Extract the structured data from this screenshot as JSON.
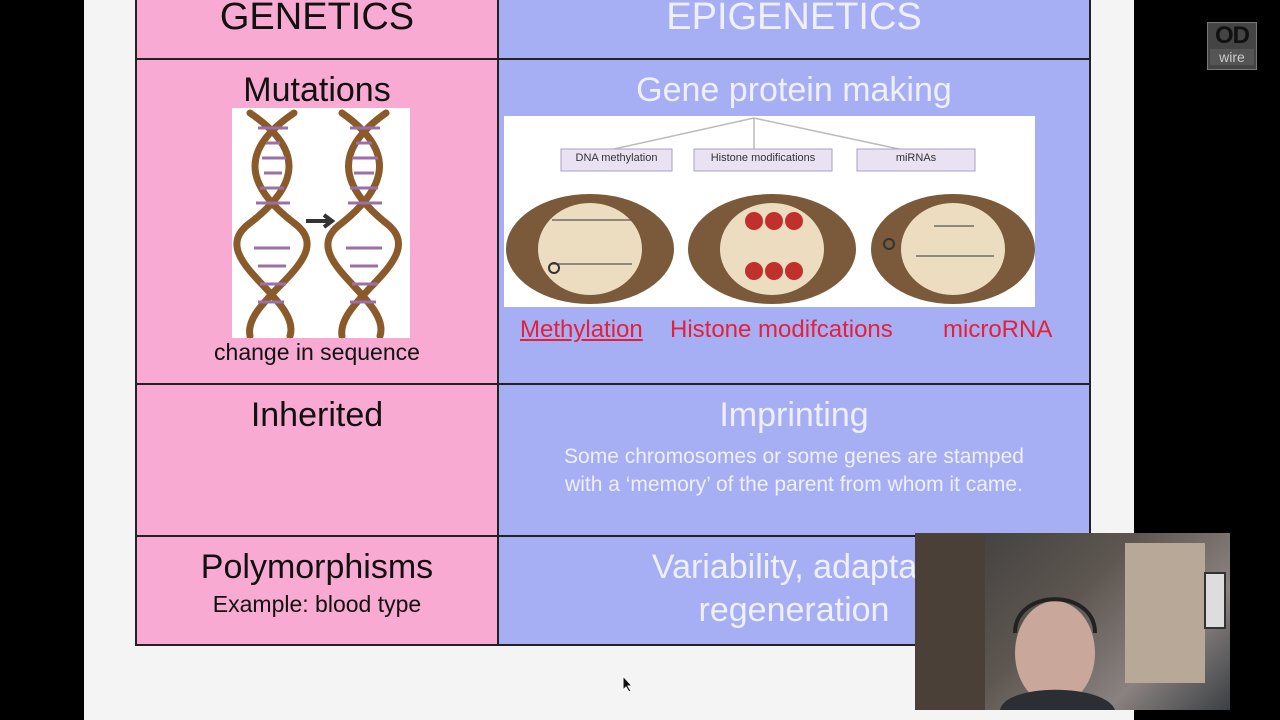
{
  "table": {
    "header": {
      "genetics": "GENETICS",
      "epigenetics": "EPIGENETICS"
    },
    "row1": {
      "left_title": "Mutations",
      "left_caption": "change in sequence",
      "right_title": "Gene protein making",
      "diagram_labels": [
        "DNA methylation",
        "Histone modifications",
        "miRNAs"
      ],
      "terms": {
        "methylation": "Methylation",
        "histone": "Histone modifcations",
        "microrna": "microRNA"
      }
    },
    "row2": {
      "left_title": "Inherited",
      "right_title": "Imprinting",
      "right_line1": "Some chromosomes or some genes are stamped",
      "right_line2": "with a ‘memory’ of the parent from whom it came."
    },
    "row3": {
      "left_title": "Polymorphisms",
      "left_sub": "Example: blood type",
      "right_line1": "Variability, adaptab",
      "right_line2": "regeneration"
    }
  },
  "logo": {
    "top": "OD",
    "bottom": "wire"
  },
  "colors": {
    "pink": "#f9aad3",
    "blue": "#a6aef4",
    "red": "#e5213a"
  }
}
